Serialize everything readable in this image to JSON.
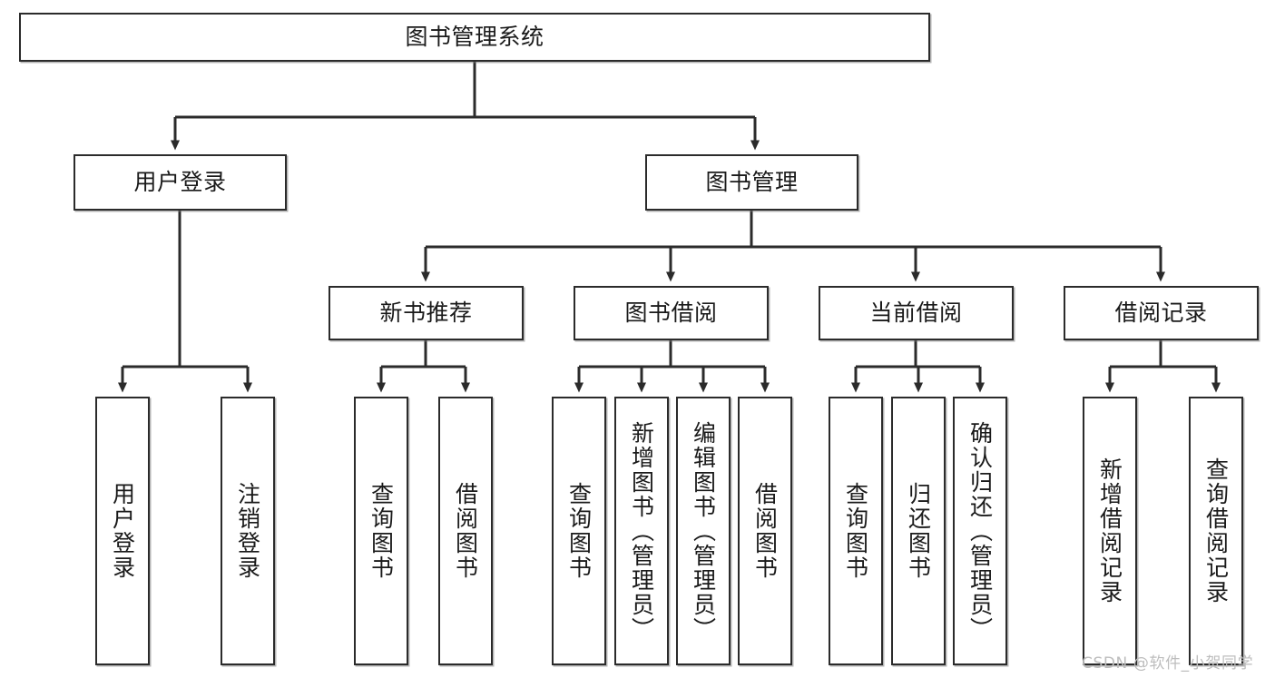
{
  "diagram": {
    "title": "图书管理系统",
    "type": "functional-structure-tree",
    "watermark": "CSDN @软件_小贺同学",
    "colors": {
      "box_border": "#2b2b2b",
      "box_fill": "#ffffff",
      "edge": "#2b2b2b",
      "text": "#1a1a1a",
      "watermark": "#bdbdbd",
      "background": "#ffffff"
    },
    "root": {
      "label": "图书管理系统"
    },
    "level2": [
      {
        "label": "用户登录"
      },
      {
        "label": "图书管理"
      }
    ],
    "level3": [
      {
        "label": "新书推荐"
      },
      {
        "label": "图书借阅"
      },
      {
        "label": "当前借阅"
      },
      {
        "label": "借阅记录"
      }
    ],
    "leaves": {
      "user_login": [
        {
          "label": "用户登录"
        },
        {
          "label": "注销登录"
        }
      ],
      "new_book_recommend": [
        {
          "label": "查询图书"
        },
        {
          "label": "借阅图书"
        }
      ],
      "book_borrow": [
        {
          "label": "查询图书"
        },
        {
          "label": "新增图书（管理员）"
        },
        {
          "label": "编辑图书（管理员）"
        },
        {
          "label": "借阅图书"
        }
      ],
      "current_borrow": [
        {
          "label": "查询图书"
        },
        {
          "label": "归还图书"
        },
        {
          "label": "确认归还（管理员）"
        }
      ],
      "borrow_records": [
        {
          "label": "新增借阅记录"
        },
        {
          "label": "查询借阅记录"
        }
      ]
    }
  }
}
